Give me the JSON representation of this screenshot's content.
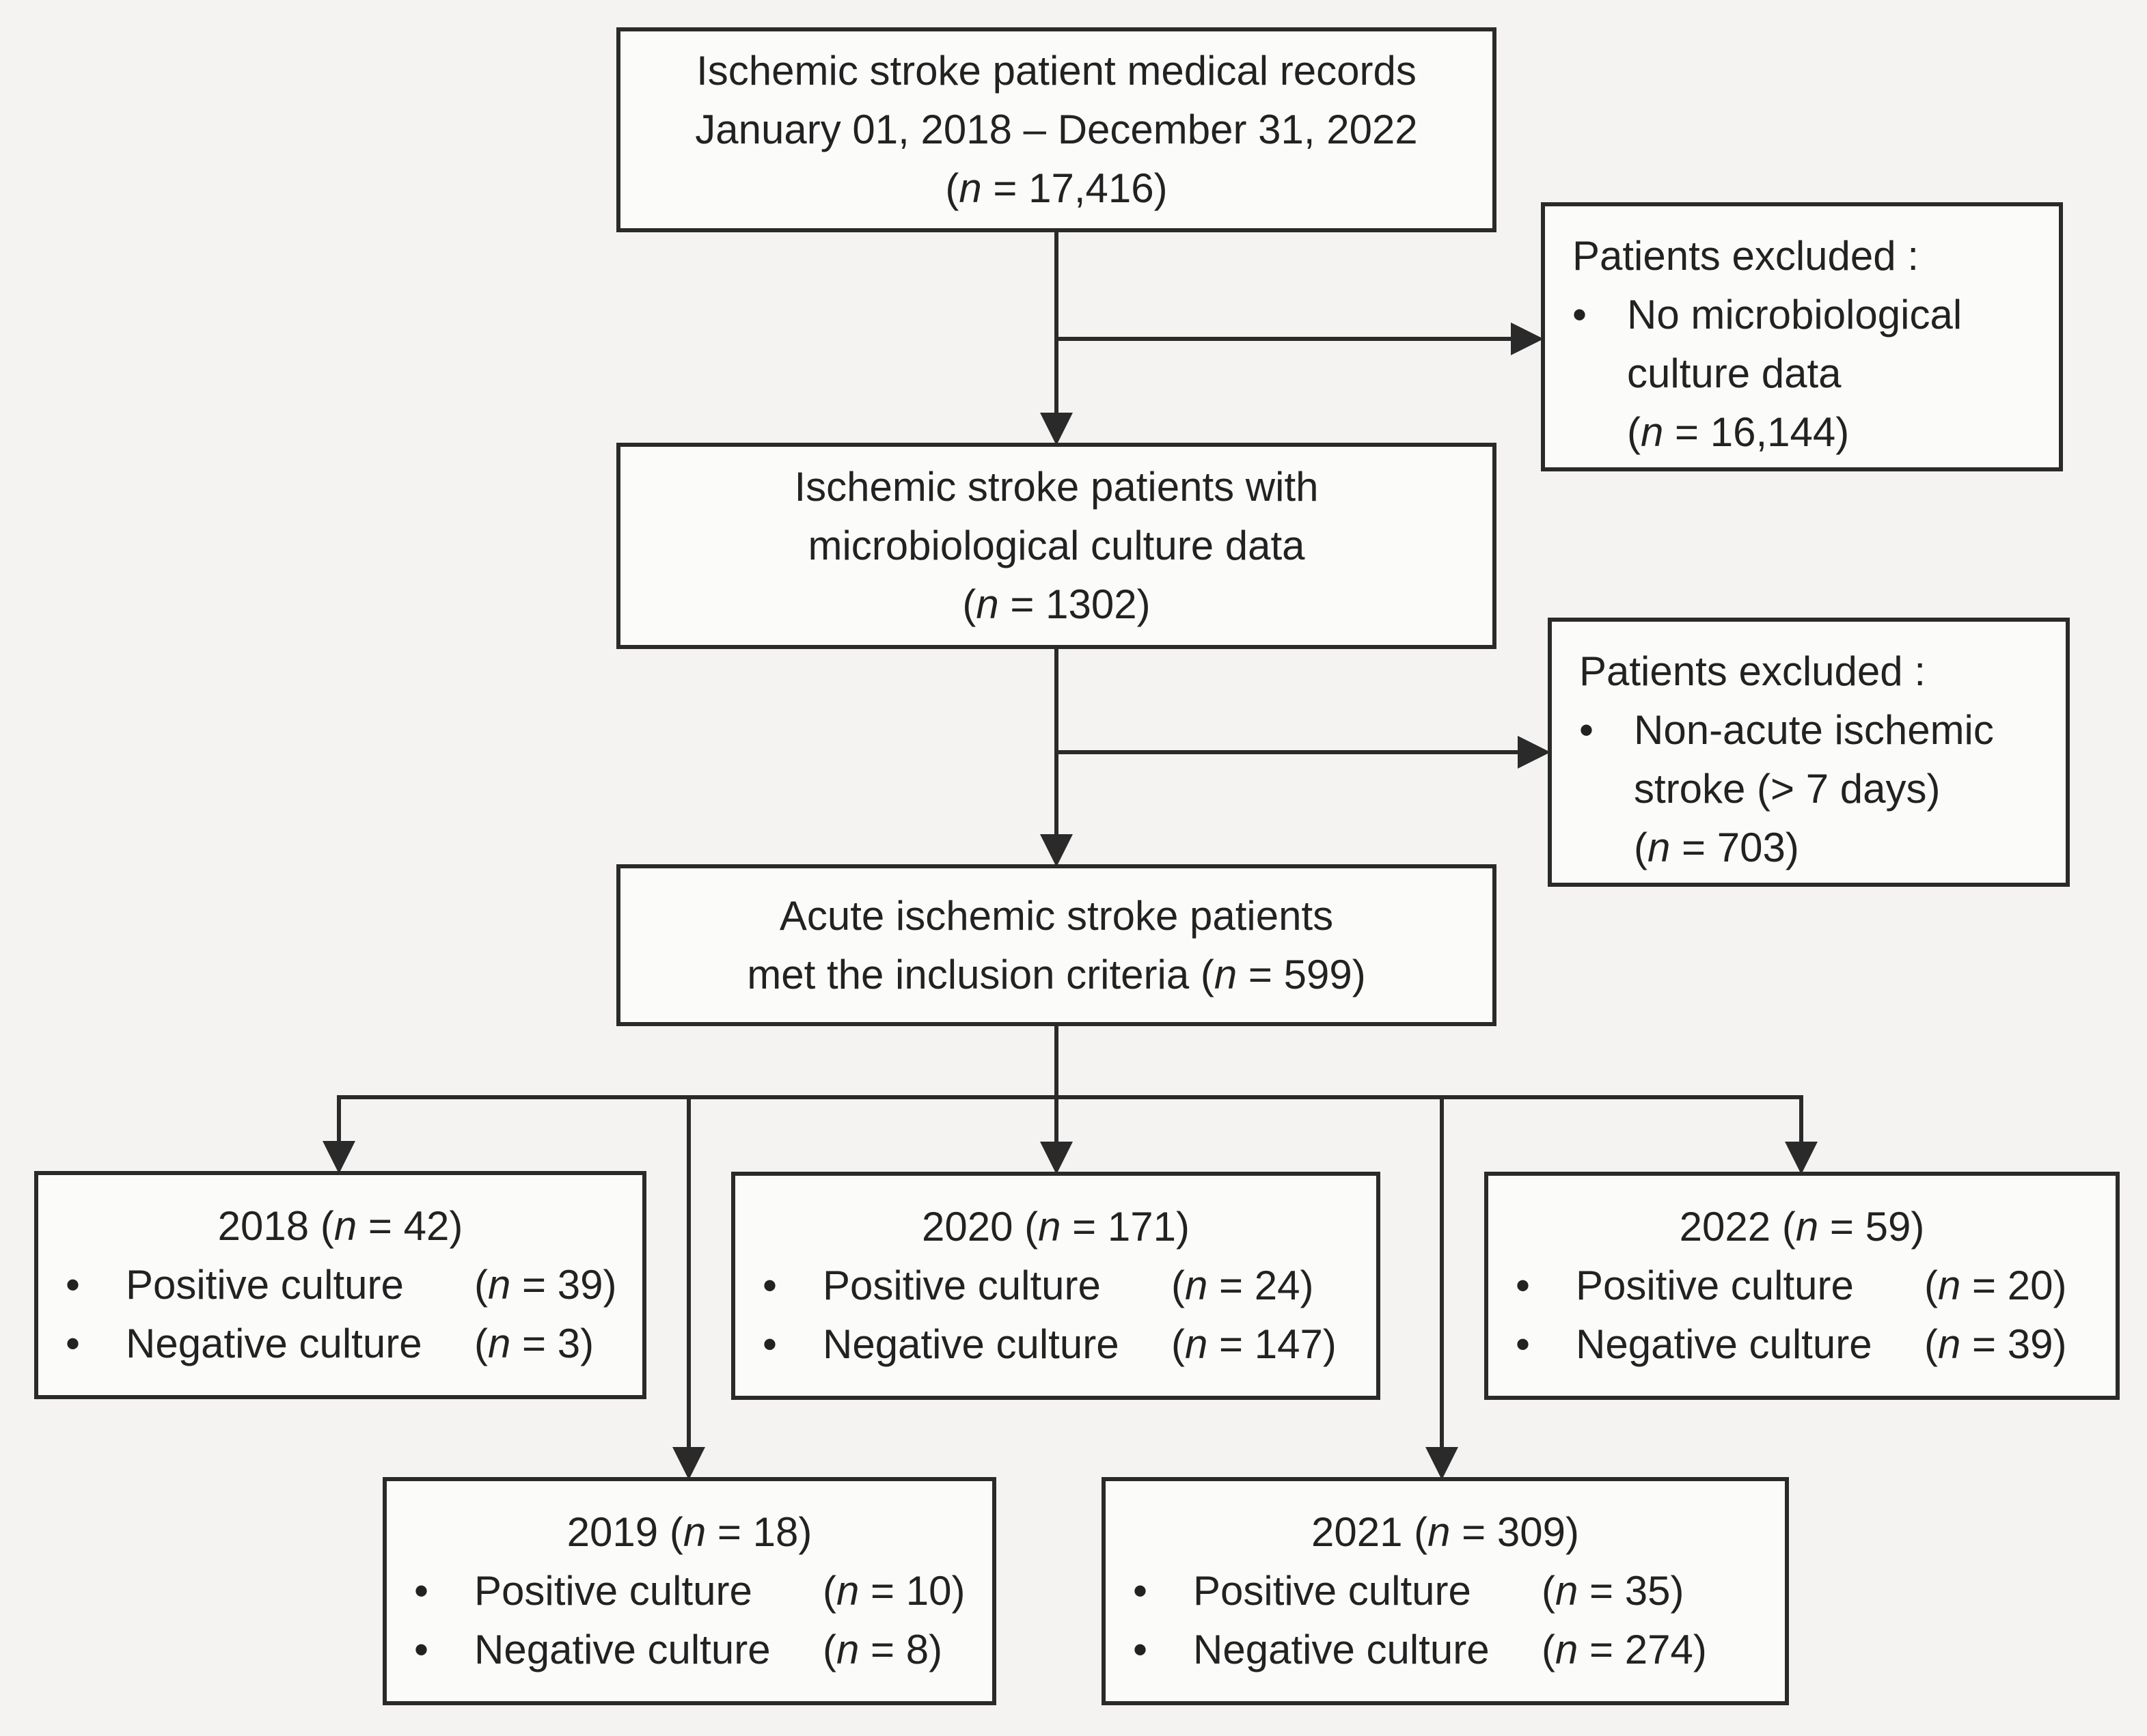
{
  "nodes": {
    "records": {
      "line1": "Ischemic stroke patient medical records",
      "line2": "January 01, 2018 – December 31, 2022",
      "n": "17,416"
    },
    "with_culture": {
      "line1": "Ischemic stroke patients with",
      "line2": "microbiological culture data",
      "n": "1302"
    },
    "acute": {
      "line1": "Acute ischemic stroke patients",
      "line2": "met the inclusion criteria",
      "n": "599"
    }
  },
  "exclusions": [
    {
      "title": "Patients excluded :",
      "reason_line1": "No microbiological",
      "reason_line2": "culture data",
      "n": "16,144"
    },
    {
      "title": "Patients excluded :",
      "reason_line1": "Non-acute ischemic",
      "reason_line2": "stroke (> 7 days)",
      "n": "703"
    }
  ],
  "years": [
    {
      "year": "2018",
      "n": "42",
      "positive_label": "Positive culture",
      "positive_n": "39",
      "negative_label": "Negative culture",
      "negative_n": "3"
    },
    {
      "year": "2019",
      "n": "18",
      "positive_label": "Positive culture",
      "positive_n": "10",
      "negative_label": "Negative culture",
      "negative_n": "8"
    },
    {
      "year": "2020",
      "n": "171",
      "positive_label": "Positive culture",
      "positive_n": "24",
      "negative_label": "Negative culture",
      "negative_n": "147"
    },
    {
      "year": "2021",
      "n": "309",
      "positive_label": "Positive culture",
      "positive_n": "35",
      "negative_label": "Negative culture",
      "negative_n": "274"
    },
    {
      "year": "2022",
      "n": "59",
      "positive_label": "Positive culture",
      "positive_n": "20",
      "negative_label": "Negative culture",
      "negative_n": "39"
    }
  ],
  "symbols": {
    "n": "n",
    "eq": " = ",
    "bullet": "•"
  },
  "colors": {
    "line": "#2a2a2a",
    "background": "#f4f3f1"
  }
}
